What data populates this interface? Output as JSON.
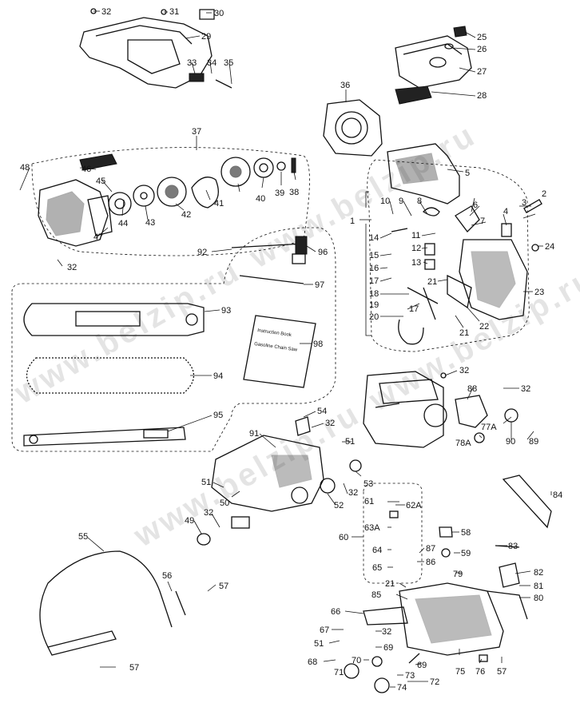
{
  "diagram": {
    "watermark": "www.belzip.ru",
    "callouts": {
      "c1": "1",
      "c2": "2",
      "c3": "3",
      "c4": "4",
      "c5": "5",
      "c6": "6",
      "c7": "7",
      "c8": "8",
      "c9": "9",
      "c10": "10",
      "c11": "11",
      "c12": "12",
      "c13": "13",
      "c14": "14",
      "c15": "15",
      "c16": "16",
      "c17a": "17",
      "c17b": "17",
      "c18": "18",
      "c19": "19",
      "c20": "20",
      "c21a": "21",
      "c21b": "21",
      "c21c": "21",
      "c22": "22",
      "c23": "23",
      "c24": "24",
      "c25": "25",
      "c26": "26",
      "c27": "27",
      "c28": "28",
      "c29": "29",
      "c30": "30",
      "c31": "31",
      "c32a": "32",
      "c32b": "32",
      "c32c": "32",
      "c32d": "32",
      "c32e": "32",
      "c32f": "32",
      "c32g": "32",
      "c32h": "32",
      "c33": "33",
      "c34": "34",
      "c35": "35",
      "c36": "36",
      "c37": "37",
      "c38": "38",
      "c39": "39",
      "c40": "40",
      "c41": "41",
      "c42": "42",
      "c43": "43",
      "c44": "44",
      "c45": "45",
      "c46": "46",
      "c47": "47",
      "c48": "48",
      "c49": "49",
      "c50": "50",
      "c51a": "51",
      "c51b": "51",
      "c51c": "51",
      "c52": "52",
      "c53": "53",
      "c54": "54",
      "c55": "55",
      "c56": "56",
      "c57a": "57",
      "c57b": "57",
      "c57c": "57",
      "c58": "58",
      "c59": "59",
      "c60": "60",
      "c61": "61",
      "c62A": "62A",
      "c63A": "63A",
      "c64": "64",
      "c65": "65",
      "c66": "66",
      "c67": "67",
      "c68": "68",
      "c69a": "69",
      "c69b": "69",
      "c70": "70",
      "c71": "71",
      "c72": "72",
      "c73": "73",
      "c74": "74",
      "c75": "75",
      "c76": "76",
      "c77A": "77A",
      "c78A": "78A",
      "c79": "79",
      "c80": "80",
      "c81": "81",
      "c82": "82",
      "c83": "83",
      "c84": "84",
      "c85": "85",
      "c86": "86",
      "c87": "87",
      "c88": "88",
      "c89": "89",
      "c90": "90",
      "c91": "91",
      "c92": "92",
      "c93": "93",
      "c94": "94",
      "c95": "95",
      "c96": "96",
      "c97": "97",
      "c98": "98"
    },
    "book": {
      "line1": "Instruction Book",
      "line2": "Gasoline Chain Saw"
    }
  }
}
